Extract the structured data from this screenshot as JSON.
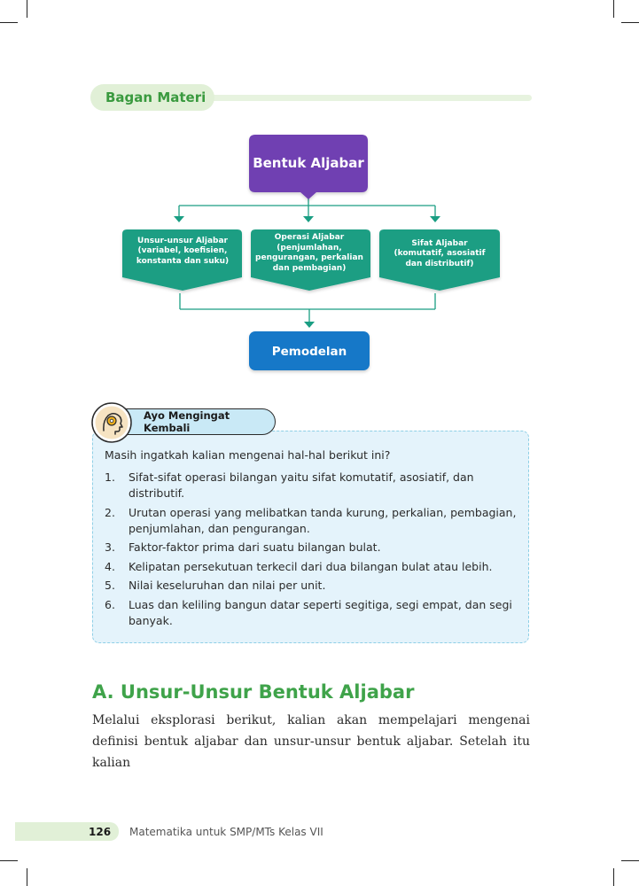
{
  "header": {
    "title": "Bagan Materi"
  },
  "flowchart": {
    "top": "Bentuk Aljabar",
    "nodes": [
      {
        "line1": "Unsur-unsur Aljabar",
        "line2": "(variabel, koefisien,",
        "line3": "konstanta dan suku)",
        "line4": ""
      },
      {
        "line1": "Operasi Aljabar",
        "line2": "(penjumlahan,",
        "line3": "pengurangan, perkalian",
        "line4": "dan pembagian)"
      },
      {
        "line1": "Sifat Aljabar",
        "line2": "(komutatif, asosiatif",
        "line3": "dan distributif)",
        "line4": ""
      }
    ],
    "bottom": "Pemodelan",
    "colors": {
      "top": "#6f3fb2",
      "nodes": "#1a9e83",
      "bottom": "#1878c8",
      "connector": "#1a9e83"
    }
  },
  "ayo": {
    "title": "Ayo Mengingat Kembali",
    "intro": "Masih ingatkah kalian mengenai hal-hal berikut ini?",
    "items": [
      {
        "num": "1.",
        "text": "Sifat-sifat operasi bilangan yaitu sifat komutatif, asosiatif, dan distributif."
      },
      {
        "num": "2.",
        "text": "Urutan operasi yang melibatkan tanda kurung, perkalian, pembagian, penjumlahan, dan pengurangan."
      },
      {
        "num": "3.",
        "text": "Faktor-faktor prima dari suatu bilangan bulat."
      },
      {
        "num": "4.",
        "text": "Kelipatan persekutuan terkecil dari dua bilangan bulat atau lebih."
      },
      {
        "num": "5.",
        "text": "Nilai keseluruhan dan nilai per unit."
      },
      {
        "num": "6.",
        "text": "Luas dan keliling bangun datar seperti segitiga, segi empat, dan segi banyak."
      }
    ],
    "icon": "head-gear-icon"
  },
  "section": {
    "title": "A.  Unsur-Unsur Bentuk Aljabar",
    "paragraph": "Melalui eksplorasi berikut, kalian akan mempelajari mengenai definisi bentuk aljabar dan unsur-unsur bentuk aljabar. Setelah itu kalian"
  },
  "footer": {
    "page": "126",
    "book": "Matematika untuk SMP/MTs Kelas VII"
  }
}
